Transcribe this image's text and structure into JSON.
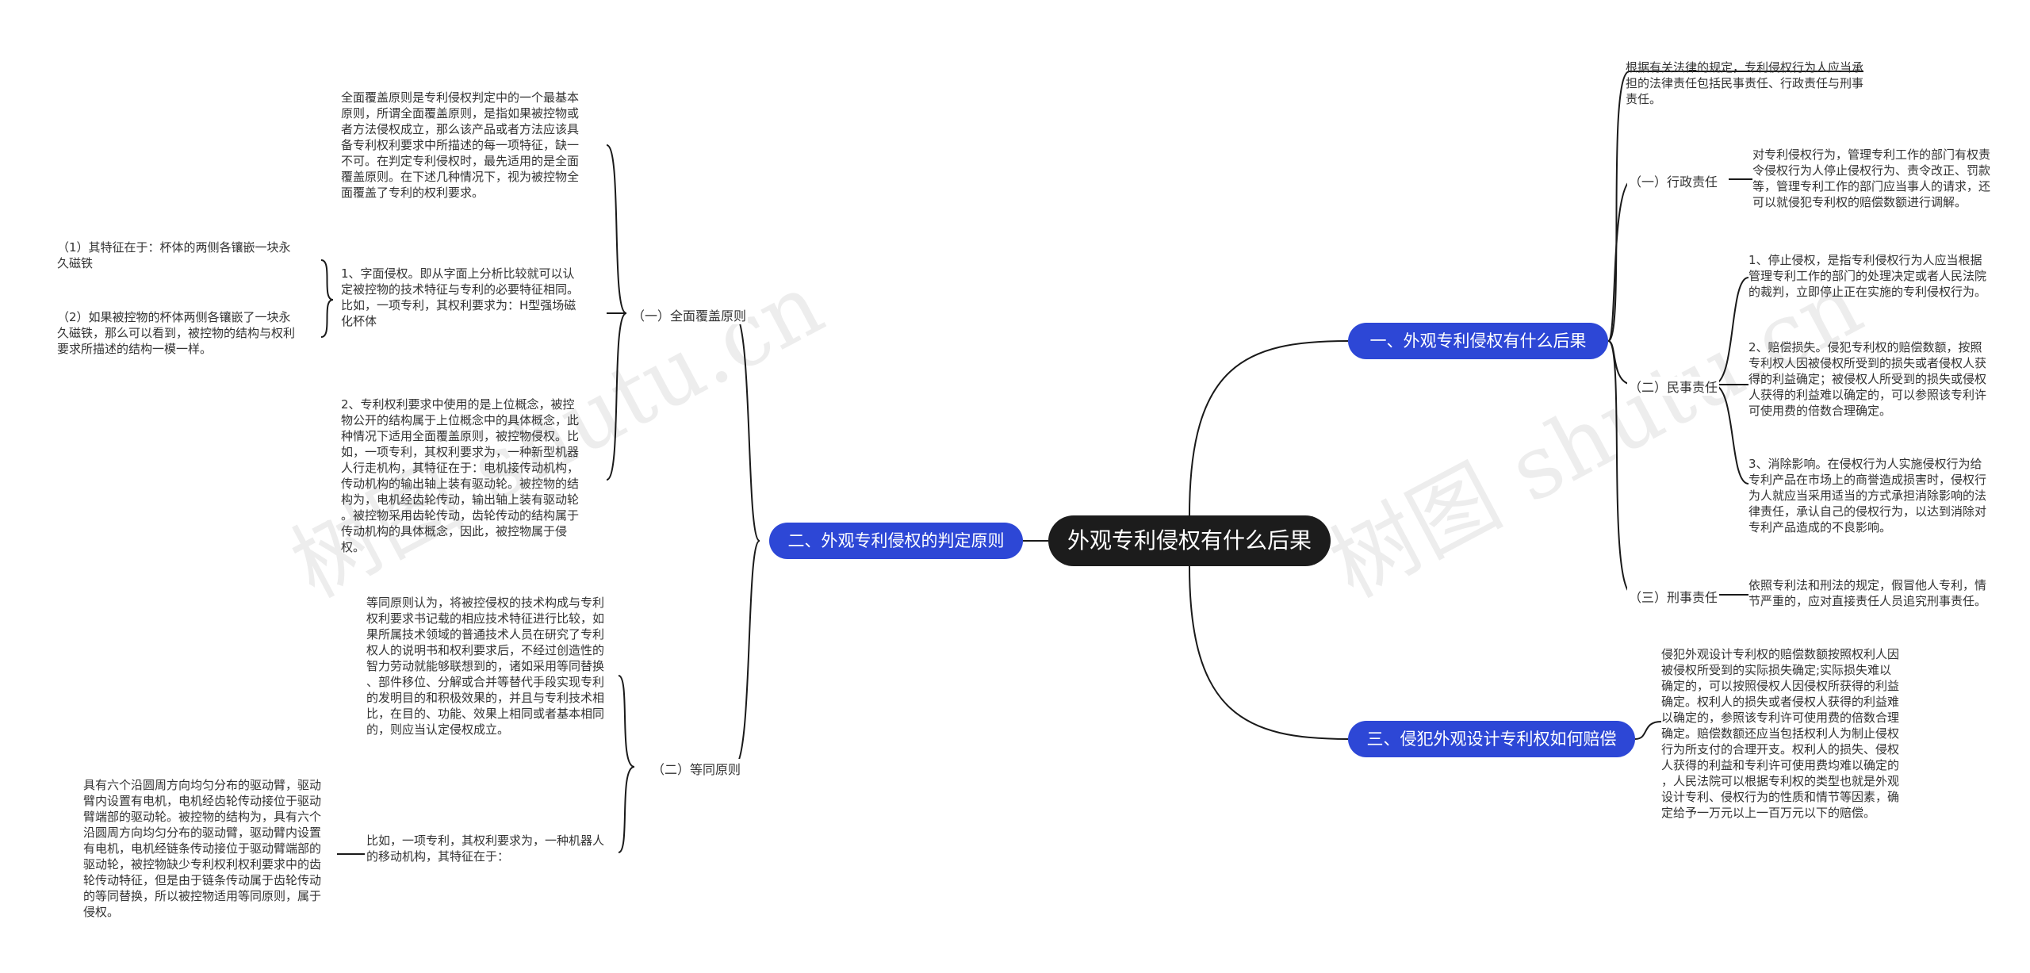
{
  "watermark": [
    "树图 shutu.cn",
    "树图 shutu.cn"
  ],
  "root": {
    "title": "外观专利侵权有什么后果"
  },
  "branches": [
    {
      "label": "一、外观专利侵权有什么后果"
    },
    {
      "label": "二、外观专利侵权的判定原则"
    },
    {
      "label": "三、侵犯外观设计专利权如何赔偿"
    }
  ],
  "right1": {
    "intro": "根据有关法律的规定，专利侵权行为人应当承\n担的法律责任包括民事责任、行政责任与刑事\n责任。",
    "admin_label": "（一）行政责任",
    "admin_text": "对专利侵权行为，管理专利工作的部门有权责\n令侵权行为人停止侵权行为、责令改正、罚款\n等，管理专利工作的部门应当事人的请求，还\n可以就侵犯专利权的赔偿数额进行调解。",
    "civil_label": "（二）民事责任",
    "civil_items": [
      "1、停止侵权，是指专利侵权行为人应当根据\n管理专利工作的部门的处理决定或者人民法院\n的裁判，立即停止正在实施的专利侵权行为。",
      "2、赔偿损失。侵犯专利权的赔偿数额，按照\n专利权人因被侵权所受到的损失或者侵权人获\n得的利益确定；被侵权人所受到的损失或侵权\n人获得的利益难以确定的，可以参照该专利许\n可使用费的倍数合理确定。",
      "3、消除影响。在侵权行为人实施侵权行为给\n专利产品在市场上的商誉造成损害时，侵权行\n为人就应当采用适当的方式承担消除影响的法\n律责任，承认自己的侵权行为，以达到消除对\n专利产品造成的不良影响。"
    ],
    "criminal_label": "（三）刑事责任",
    "criminal_text": "依照专利法和刑法的规定，假冒他人专利，情\n节严重的，应对直接责任人员追究刑事责任。"
  },
  "right3": {
    "text": "侵犯外观设计专利权的赔偿数额按照权利人因\n被侵权所受到的实际损失确定;实际损失难以\n确定的，可以按照侵权人因侵权所获得的利益\n确定。权利人的损失或者侵权人获得的利益难\n以确定的，参照该专利许可使用费的倍数合理\n确定。赔偿数额还应当包括权利人为制止侵权\n行为所支付的合理开支。权利人的损失、侵权\n人获得的利益和专利许可使用费均难以确定的\n，人民法院可以根据专利权的类型也就是外观\n设计专利、侵权行为的性质和情节等因素，确\n定给予一万元以上一百万元以下的赔偿。"
  },
  "left2": {
    "full_label": "（一）全面覆盖原则",
    "full_intro": "全面覆盖原则是专利侵权判定中的一个最基本\n原则，所谓全面覆盖原则，是指如果被控物或\n者方法侵权成立，那么该产品或者方法应该具\n备专利权利要求中所描述的每一项特征，缺一\n不可。在判定专利侵权时，最先适用的是全面\n覆盖原则。在下述几种情况下，视为被控物全\n面覆盖了专利的权利要求。",
    "full_item1": "1、字面侵权。即从字面上分析比较就可以认\n定被控物的技术特征与专利的必要特征相同。\n比如，一项专利，其权利要求为：H型强场磁\n化杯体",
    "full_item1_subs": [
      "（1）其特征在于：杯体的两侧各镶嵌一块永\n久磁铁",
      "（2）如果被控物的杯体两侧各镶嵌了一块永\n久磁铁，那么可以看到，被控物的结构与权利\n要求所描述的结构一模一样。"
    ],
    "full_item2": "2、专利权利要求中使用的是上位概念，被控\n物公开的结构属于上位概念中的具体概念，此\n种情况下适用全面覆盖原则，被控物侵权。比\n如，一项专利，其权利要求为，一种新型机器\n人行走机构，其特征在于：电机接传动机构，\n传动机构的输出轴上装有驱动轮。被控物的结\n构为，电机经齿轮传动，输出轴上装有驱动轮\n。被控物采用齿轮传动，齿轮传动的结构属于\n传动机构的具体概念，因此，被控物属于侵\n权。",
    "equiv_label": "（二）等同原则",
    "equiv_intro": "等同原则认为，将被控侵权的技术构成与专利\n权利要求书记载的相应技术特征进行比较，如\n果所属技术领域的普通技术人员在研究了专利\n权人的说明书和权利要求后，不经过创造性的\n智力劳动就能够联想到的，诸如采用等同替换\n、部件移位、分解或合并等替代手段实现专利\n的发明目的和积极效果的，并且与专利技术相\n比，在目的、功能、效果上相同或者基本相同\n的，则应当认定侵权成立。",
    "equiv_example": "比如，一项专利，其权利要求为，一种机器人\n的移动机构，其特征在于：",
    "equiv_detail": "具有六个沿圆周方向均匀分布的驱动臂，驱动\n臂内设置有电机，电机经齿轮传动接位于驱动\n臂端部的驱动轮。被控物的结构为，具有六个\n沿圆周方向均匀分布的驱动臂，驱动臂内设置\n有电机，电机经链条传动接位于驱动臂端部的\n驱动轮，被控物缺少专利权利权利要求中的齿\n轮传动特征，但是由于链条传动属于齿轮传动\n的等同替换，所以被控物适用等同原则，属于\n侵权。"
  }
}
